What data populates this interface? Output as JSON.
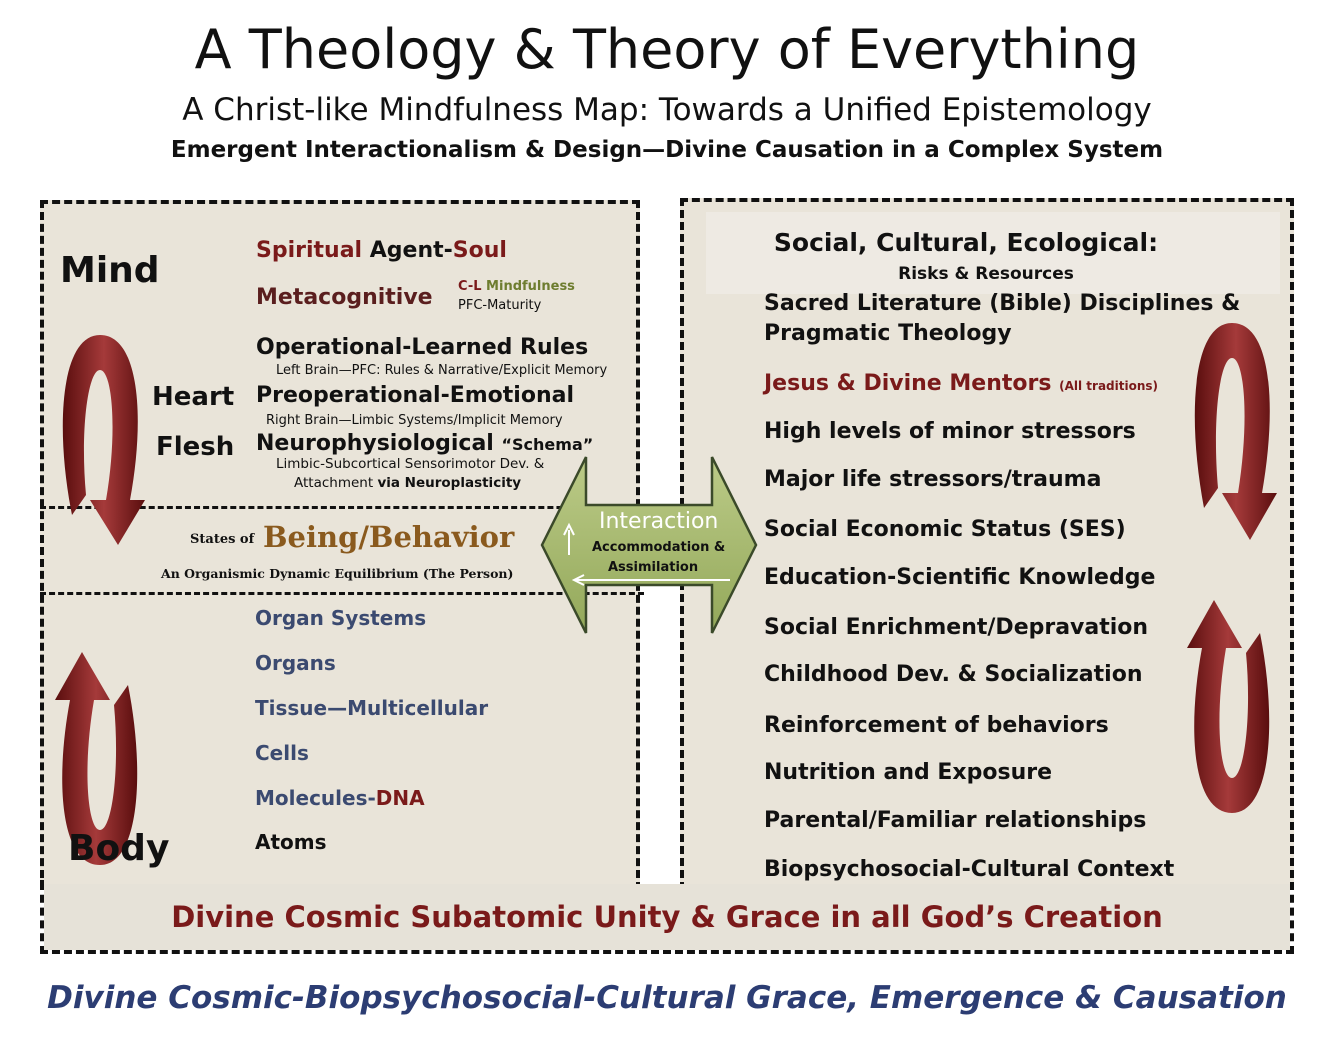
{
  "header": {
    "title": "A Theology & Theory of Everything",
    "subtitle": "A Christ-like Mindfulness Map: Towards a Unified Epistemology",
    "subtitle2": "Emergent Interactionalism & Design—Divine Causation in a Complex System"
  },
  "left": {
    "mind": "Mind",
    "heart": "Heart",
    "flesh": "Flesh",
    "body": "Body",
    "spiritual": "Spiritual",
    "agent": " Agent-",
    "soul": "Soul",
    "metacognitive": "Metacognitive",
    "cl": "C-L ",
    "mindfulness": "Mindfulness",
    "pfc_maturity": "PFC-Maturity",
    "operational": "Operational-Learned Rules",
    "operational_sub": "Left Brain—PFC: Rules & Narrative/Explicit Memory",
    "preoperational": "Preoperational-Emotional",
    "preoperational_sub": "Right Brain—Limbic Systems/Implicit Memory",
    "neuro": "Neurophysiological ",
    "schema": "“Schema”",
    "neuro_sub1": "Limbic-Subcortical Sensorimotor Dev. &",
    "neuro_sub2a": "Attachment ",
    "neuro_sub2b": "via Neuroplasticity",
    "states_of": "States of",
    "being": "Being/Behavior",
    "organismic": "An Organismic Dynamic Equilibrium (The Person)",
    "organ_systems": "Organ Systems",
    "organs": "Organs",
    "tissue": "Tissue—Multicellular",
    "cells": "Cells",
    "molecules": "Molecules-",
    "dna": "DNA",
    "atoms": "Atoms"
  },
  "interaction": {
    "title": "Interaction",
    "line1": "Accommodation &",
    "line2": "Assimilation"
  },
  "right": {
    "heading": "Social, Cultural, Ecological:",
    "subheading": "Risks & Resources",
    "sacred1": "Sacred Literature (Bible) Disciplines &",
    "sacred2": "Pragmatic Theology",
    "jesus": "Jesus & Divine Mentors ",
    "all_traditions": "(All traditions)",
    "items": [
      "High levels of minor stressors",
      "Major life stressors/trauma",
      "Social Economic Status (SES)",
      "Education-Scientific Knowledge",
      "Social Enrichment/Depravation",
      "Childhood Dev. & Socialization",
      "Reinforcement of behaviors",
      "Nutrition and Exposure",
      "Parental/Familiar relationships",
      "Biopsychosocial-Cultural Context"
    ]
  },
  "banner": "Divine Cosmic Subatomic Unity & Grace in all God’s Creation",
  "footer": "Divine Cosmic-Biopsychosocial-Cultural Grace, Emergence & Causation",
  "colors": {
    "maroon": "#7a1a1a",
    "navy": "#3b4a70",
    "green_arrow": "#a9bd6d",
    "panel": "#e9e4d9",
    "footer_blue": "#2c3d73"
  }
}
